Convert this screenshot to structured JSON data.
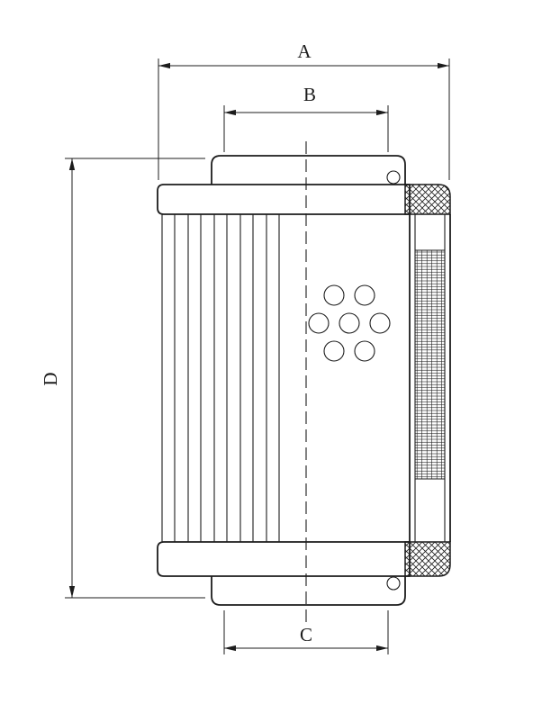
{
  "page": {
    "background_color": "#ffffff",
    "line_color": "#1c1c1c"
  },
  "dimension_labels": {
    "a": "A",
    "b": "B",
    "c": "C",
    "d": "D"
  }
}
